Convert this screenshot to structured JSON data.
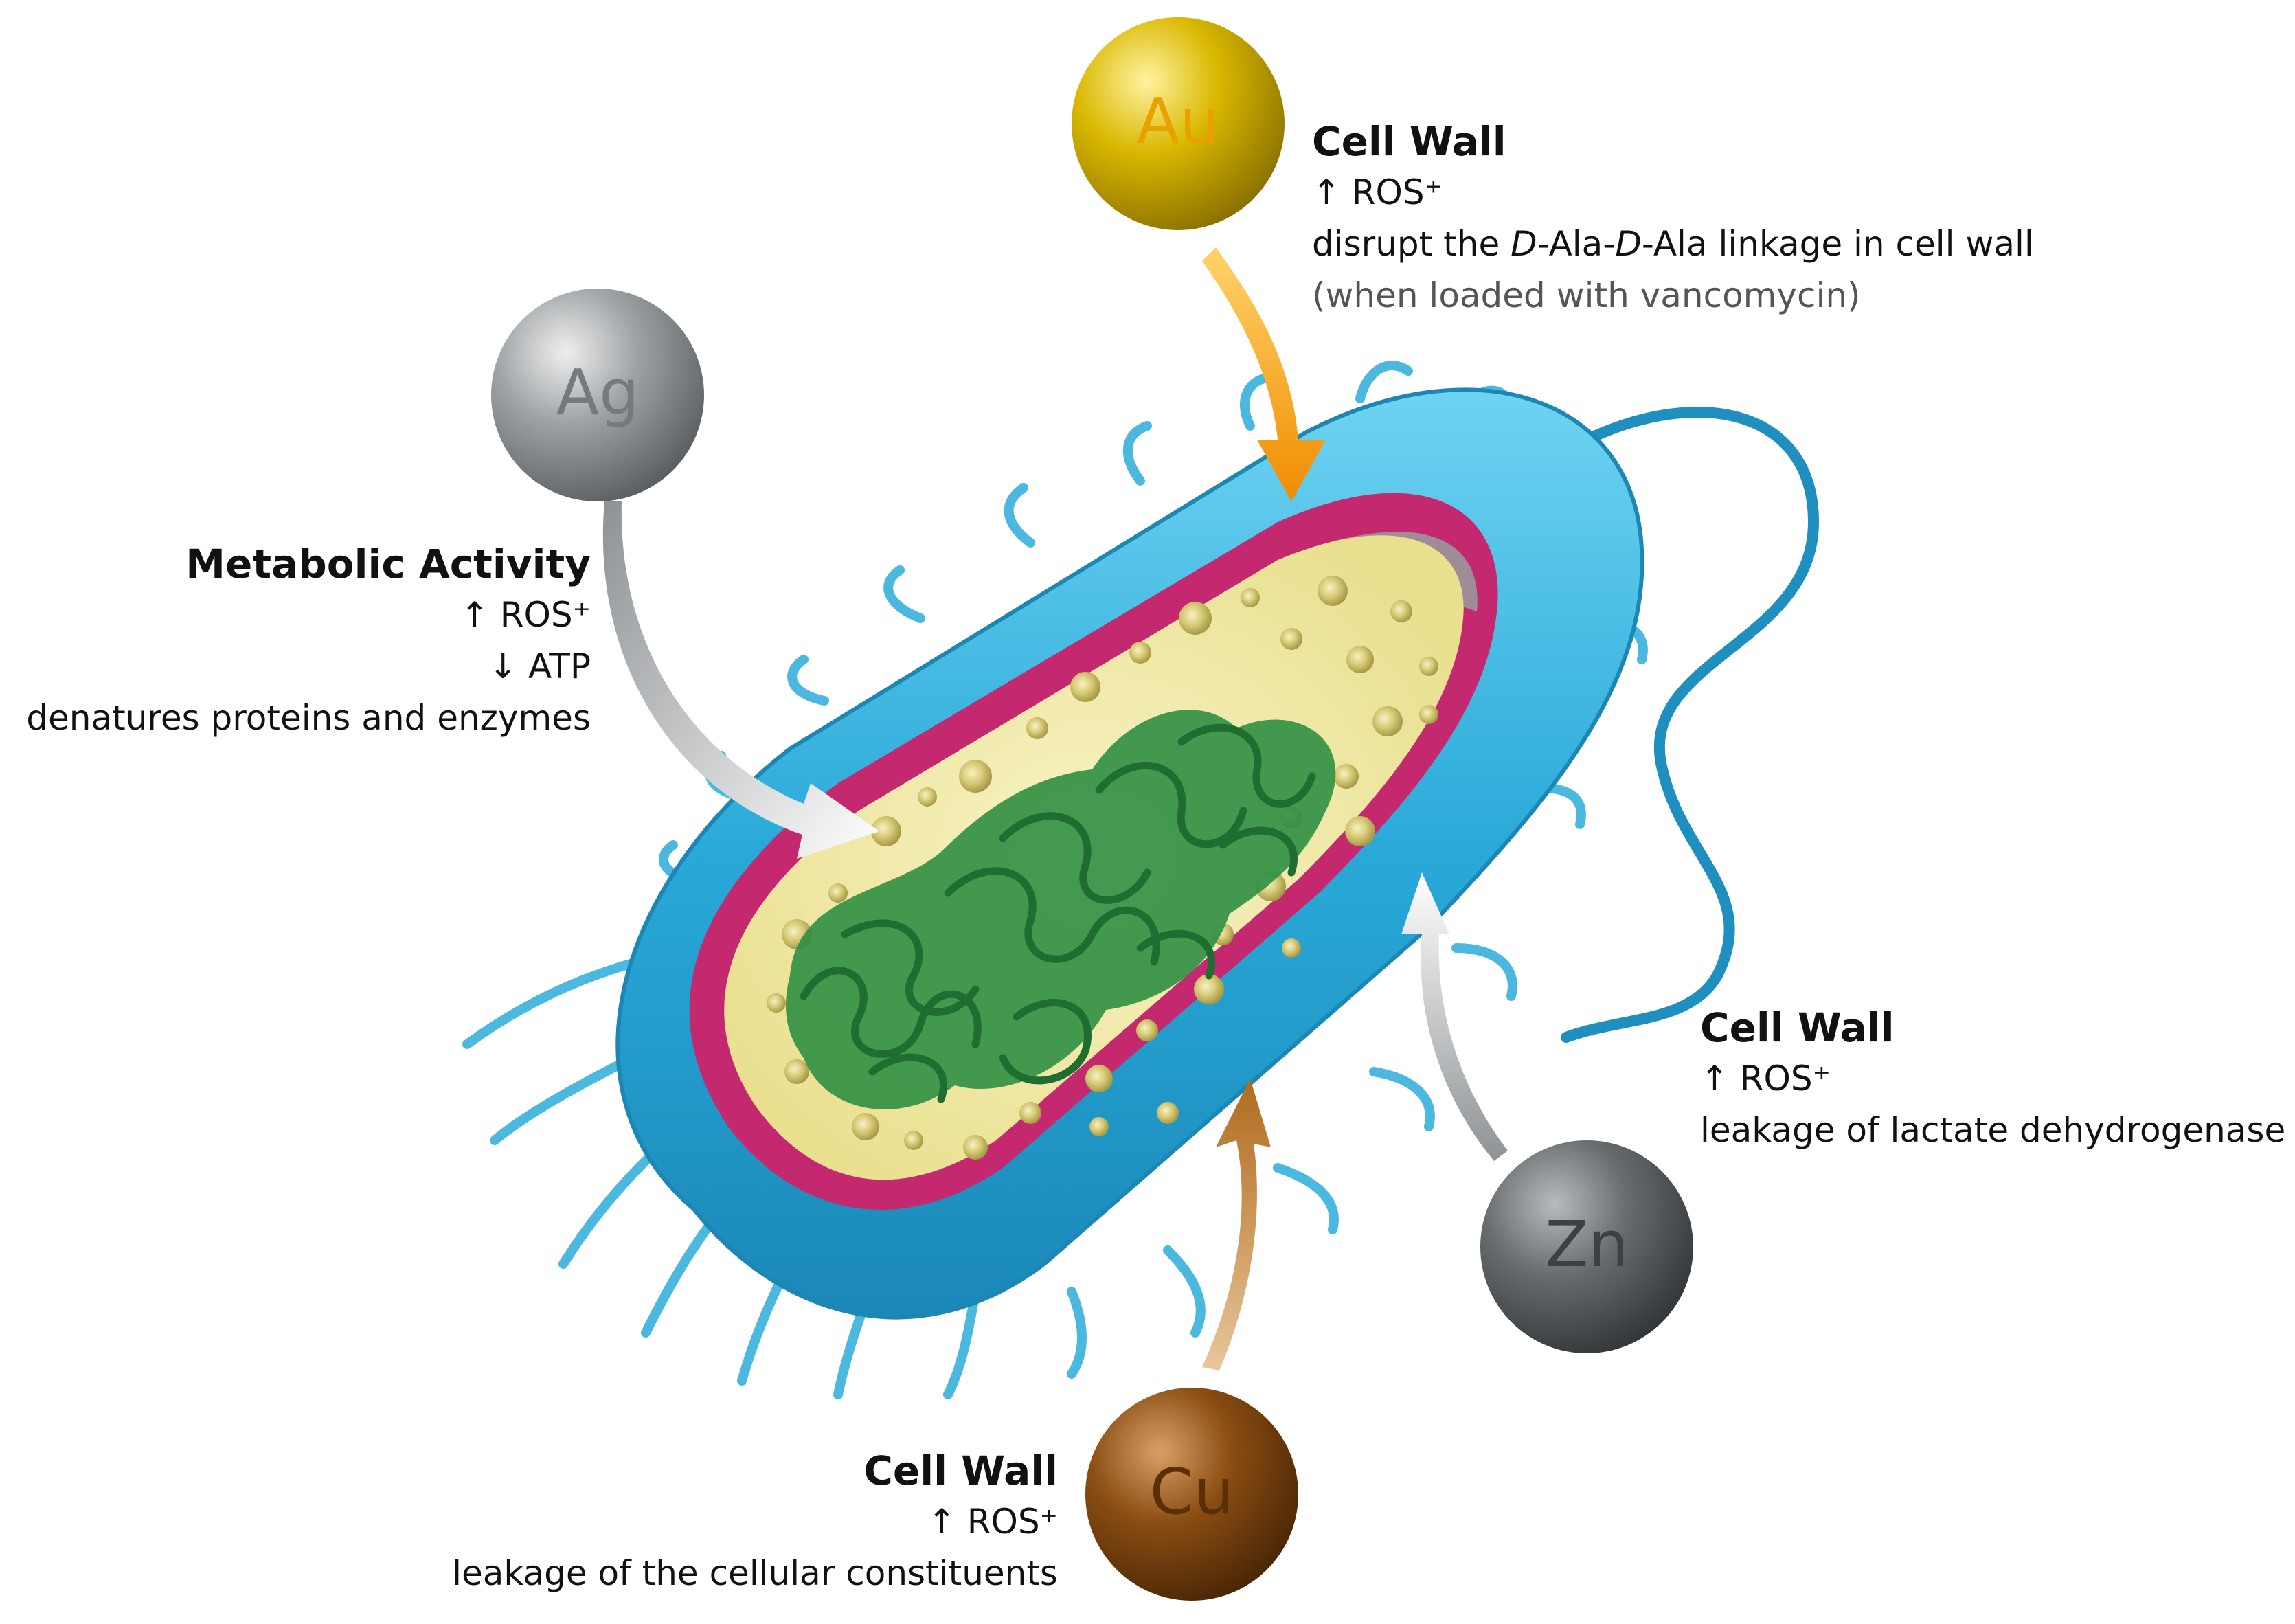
{
  "ions": [
    {
      "symbol": "Au",
      "color": "#d9b800",
      "text_color": "#e7a200"
    },
    {
      "symbol": "Ag",
      "color": "#8f9396",
      "text_color": "#757a7e"
    },
    {
      "symbol": "Zn",
      "color": "#5d6163",
      "text_color": "#3d4144"
    },
    {
      "symbol": "Cu",
      "color": "#8a4d12",
      "text_color": "#5a2f05"
    }
  ],
  "labels": {
    "au": {
      "title": "Cell Wall",
      "line1": "↑ ROS⁺",
      "line2_pre": "disrupt the ",
      "line2_d1": "D",
      "line2_mid": "-Ala-",
      "line2_d2": "D",
      "line2_post": "-Ala linkage in cell wall",
      "note": "(when loaded with vancomycin)"
    },
    "ag": {
      "title": "Metabolic Activity",
      "line1": "↑ ROS⁺",
      "line2": "↓ ATP",
      "line3": "denatures proteins and enzymes"
    },
    "zn": {
      "title": "Cell Wall",
      "line1": "↑ ROS⁺",
      "line2": "leakage of lactate dehydrogenase"
    },
    "cu": {
      "title": "Cell Wall",
      "line1": "↑ ROS⁺",
      "line2": "leakage of the cellular constituents"
    }
  },
  "colors": {
    "capsule": "#29a9d8",
    "capsule_light": "#55c4ea",
    "membrane": "#c4286f",
    "cytoplasm": "#f2ebaa",
    "nucleoid": "#2f8f43",
    "arrow_au": "#f4a81c",
    "arrow_ag": "#c9ccce",
    "arrow_zn": "#c9ccce",
    "arrow_cu": "#b87a2e"
  }
}
